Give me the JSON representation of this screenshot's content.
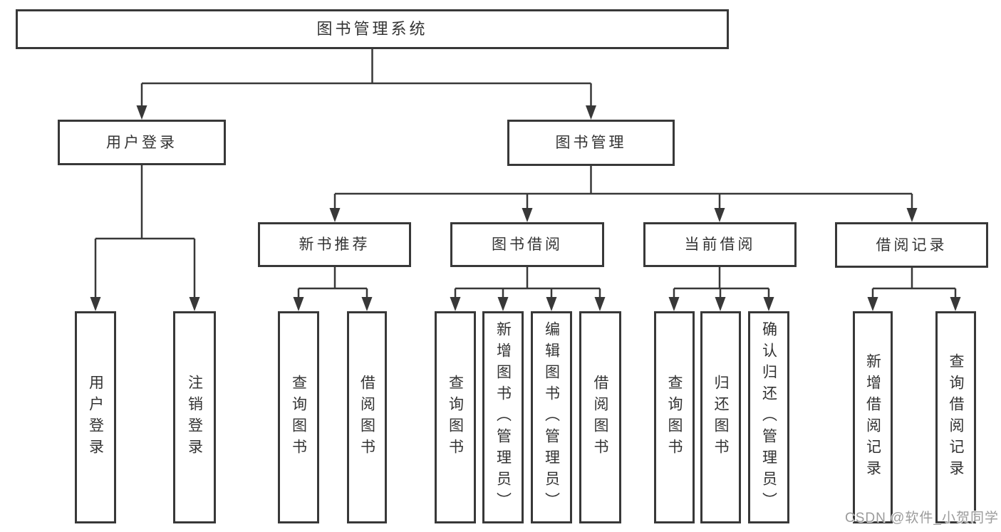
{
  "tree": {
    "label": "图书管理系统",
    "children": [
      {
        "label": "用户登录",
        "children": [
          {
            "label": "用户登录"
          },
          {
            "label": "注销登录"
          }
        ]
      },
      {
        "label": "图书管理",
        "children": [
          {
            "label": "新书推荐",
            "children": [
              {
                "label": "查询图书"
              },
              {
                "label": "借阅图书"
              }
            ]
          },
          {
            "label": "图书借阅",
            "children": [
              {
                "label": "查询图书"
              },
              {
                "label": "新增图书（管理员）"
              },
              {
                "label": "编辑图书（管理员）"
              },
              {
                "label": "借阅图书"
              }
            ]
          },
          {
            "label": "当前借阅",
            "children": [
              {
                "label": "查询图书"
              },
              {
                "label": "归还图书"
              },
              {
                "label": "确认归还（管理员）"
              }
            ]
          },
          {
            "label": "借阅记录",
            "children": [
              {
                "label": "新增借阅记录"
              },
              {
                "label": "查询借阅记录"
              }
            ]
          }
        ]
      }
    ]
  },
  "watermark": {
    "text": "CSDN @软件_小贺同学",
    "color": "#9b9b9b"
  },
  "colors": {
    "line": "#383838",
    "box_border": "#383838",
    "text": "#333333",
    "background": "#ffffff"
  }
}
